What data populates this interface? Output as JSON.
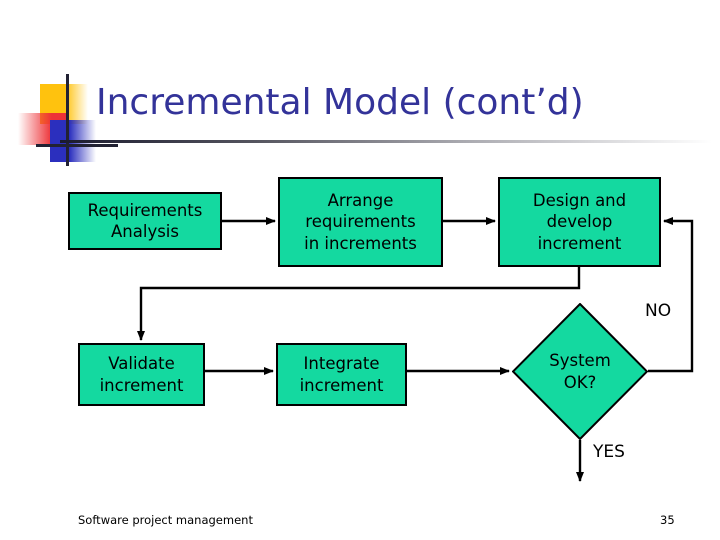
{
  "slide": {
    "title": "Incremental Model (cont’d)",
    "title_color": "#333399",
    "background_color": "#ffffff"
  },
  "logo": {
    "yellow": "#FFC20E",
    "red": "#ED3237",
    "blue": "#2B2FBE",
    "crosshair": "#222233"
  },
  "diagram": {
    "type": "flowchart",
    "node_fill": "#14D9A0",
    "node_stroke": "#000000",
    "nodes": [
      {
        "id": "requirements-analysis",
        "shape": "rect",
        "label": "Requirements\nAnalysis"
      },
      {
        "id": "arrange-requirements",
        "shape": "rect",
        "label": "Arrange\nrequirements\nin increments"
      },
      {
        "id": "design-develop",
        "shape": "rect",
        "label": "Design and\ndevelop\nincrement"
      },
      {
        "id": "validate-increment",
        "shape": "rect",
        "label": "Validate\nincrement"
      },
      {
        "id": "integrate-increment",
        "shape": "rect",
        "label": "Integrate\nincrement"
      },
      {
        "id": "system-ok",
        "shape": "diamond",
        "label": "System\nOK?"
      }
    ],
    "edges": [
      {
        "from": "requirements-analysis",
        "to": "arrange-requirements",
        "label": ""
      },
      {
        "from": "arrange-requirements",
        "to": "design-develop",
        "label": ""
      },
      {
        "from": "design-develop",
        "to": "validate-increment",
        "label": ""
      },
      {
        "from": "validate-increment",
        "to": "integrate-increment",
        "label": ""
      },
      {
        "from": "integrate-increment",
        "to": "system-ok",
        "label": ""
      },
      {
        "from": "system-ok",
        "to": "design-develop",
        "label": "NO"
      },
      {
        "from": "system-ok",
        "to": "end",
        "label": "YES"
      }
    ],
    "edge_labels": {
      "no": "NO",
      "yes": "YES"
    }
  },
  "footer": {
    "text": "Software project management",
    "page_number": "35"
  }
}
